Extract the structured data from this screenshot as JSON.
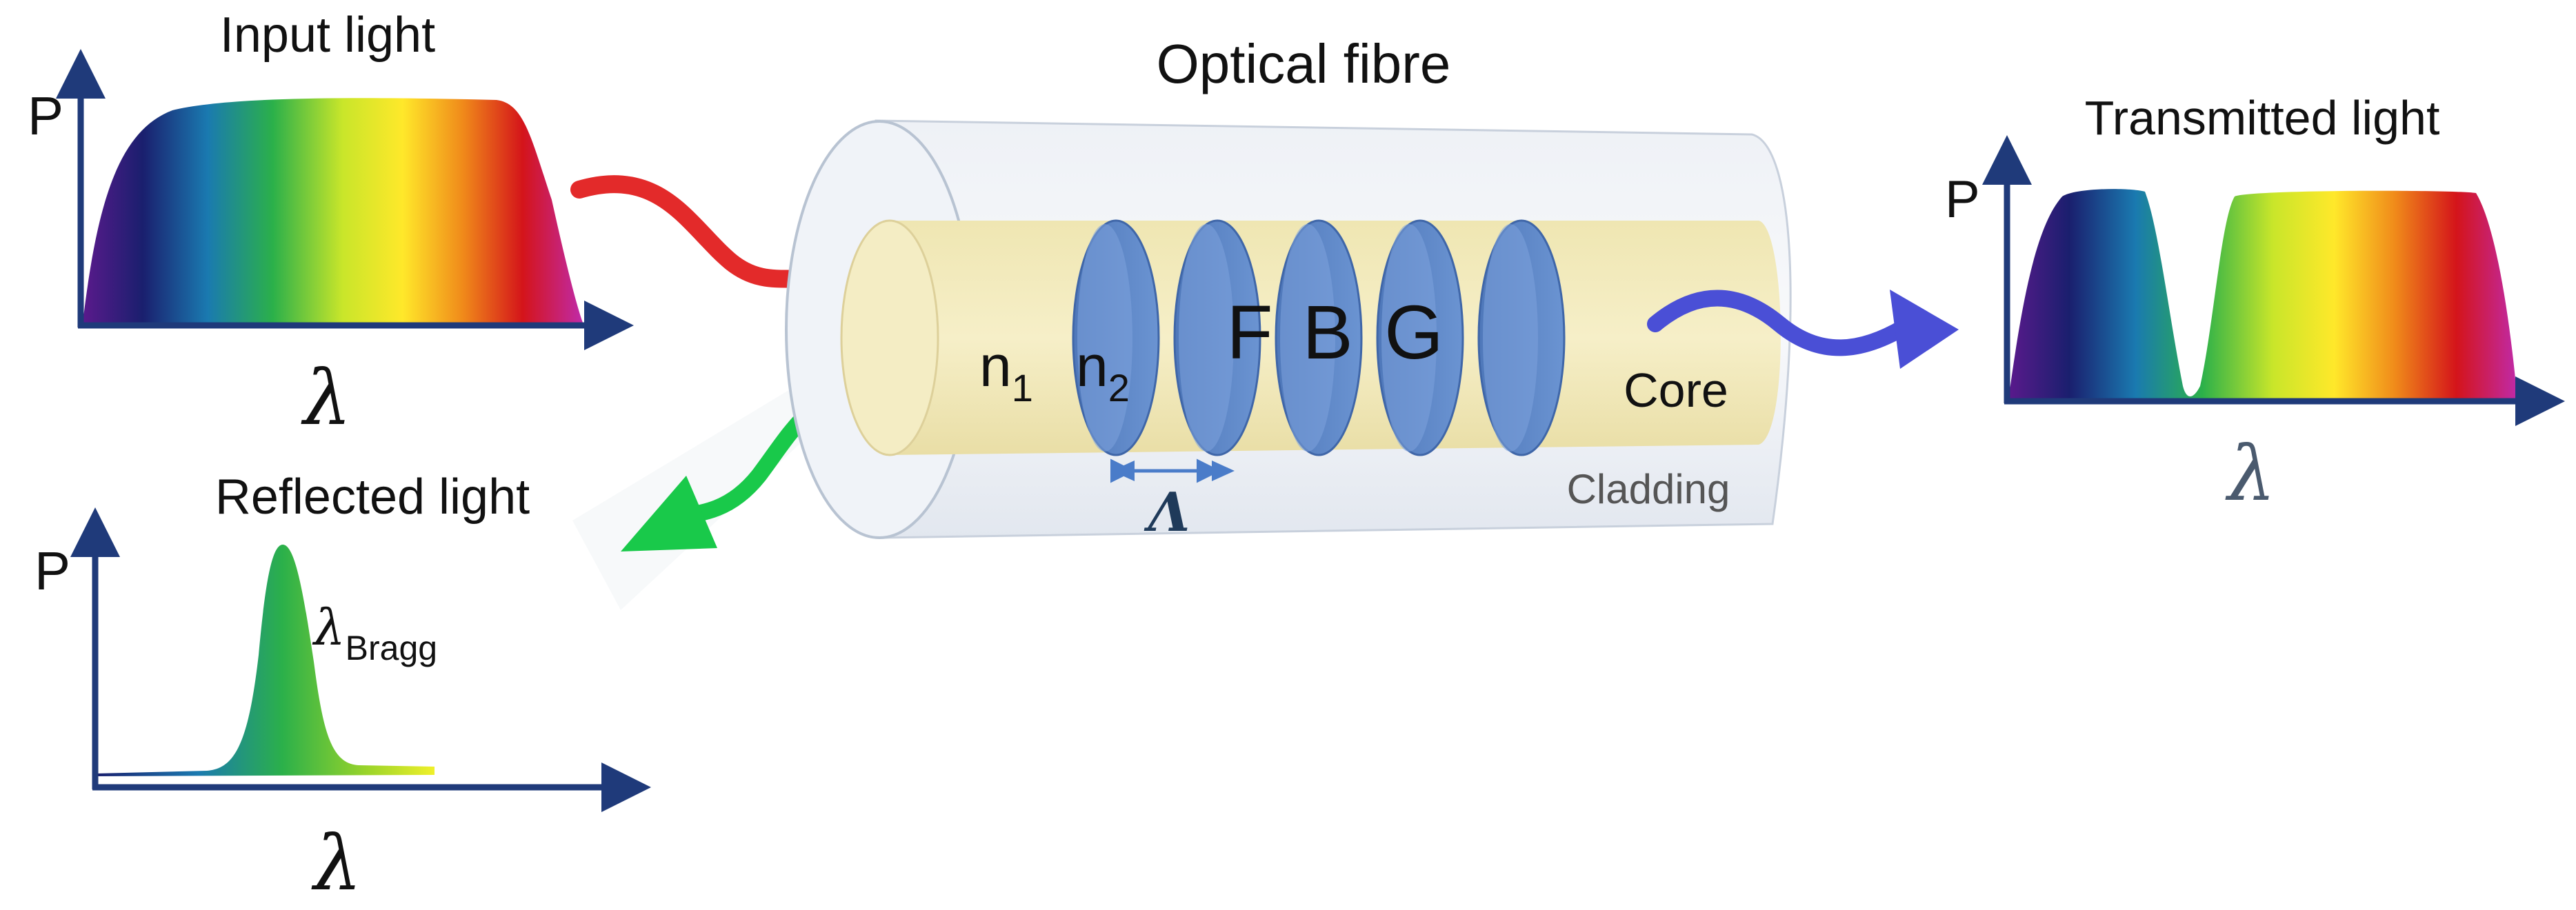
{
  "title": "Optical fibre",
  "panels": {
    "input": {
      "title": "Input light",
      "y_axis": "P",
      "x_axis": "λ"
    },
    "reflected": {
      "title": "Reflected light",
      "y_axis": "P",
      "x_axis": "λ",
      "peak_label": "λ",
      "peak_label_sub": "Bragg"
    },
    "transmitted": {
      "title": "Transmitted light",
      "y_axis": "P",
      "x_axis": "λ"
    }
  },
  "fibre": {
    "n1": "n",
    "n1_sub": "1",
    "n2": "n",
    "n2_sub": "2",
    "grating_letters": [
      "F",
      "B",
      "G"
    ],
    "period_symbol": "Λ",
    "core_label": "Core",
    "cladding_label": "Cladding"
  },
  "colors": {
    "axis": "#1f3a7a",
    "arrow_in": "#e32a2a",
    "arrow_reflected": "#19c94a",
    "arrow_transmitted": "#4a4fd6",
    "core": "#f2ebc0",
    "grating_disk": "#5b86c9",
    "period_arrow": "#4a7cc9"
  }
}
